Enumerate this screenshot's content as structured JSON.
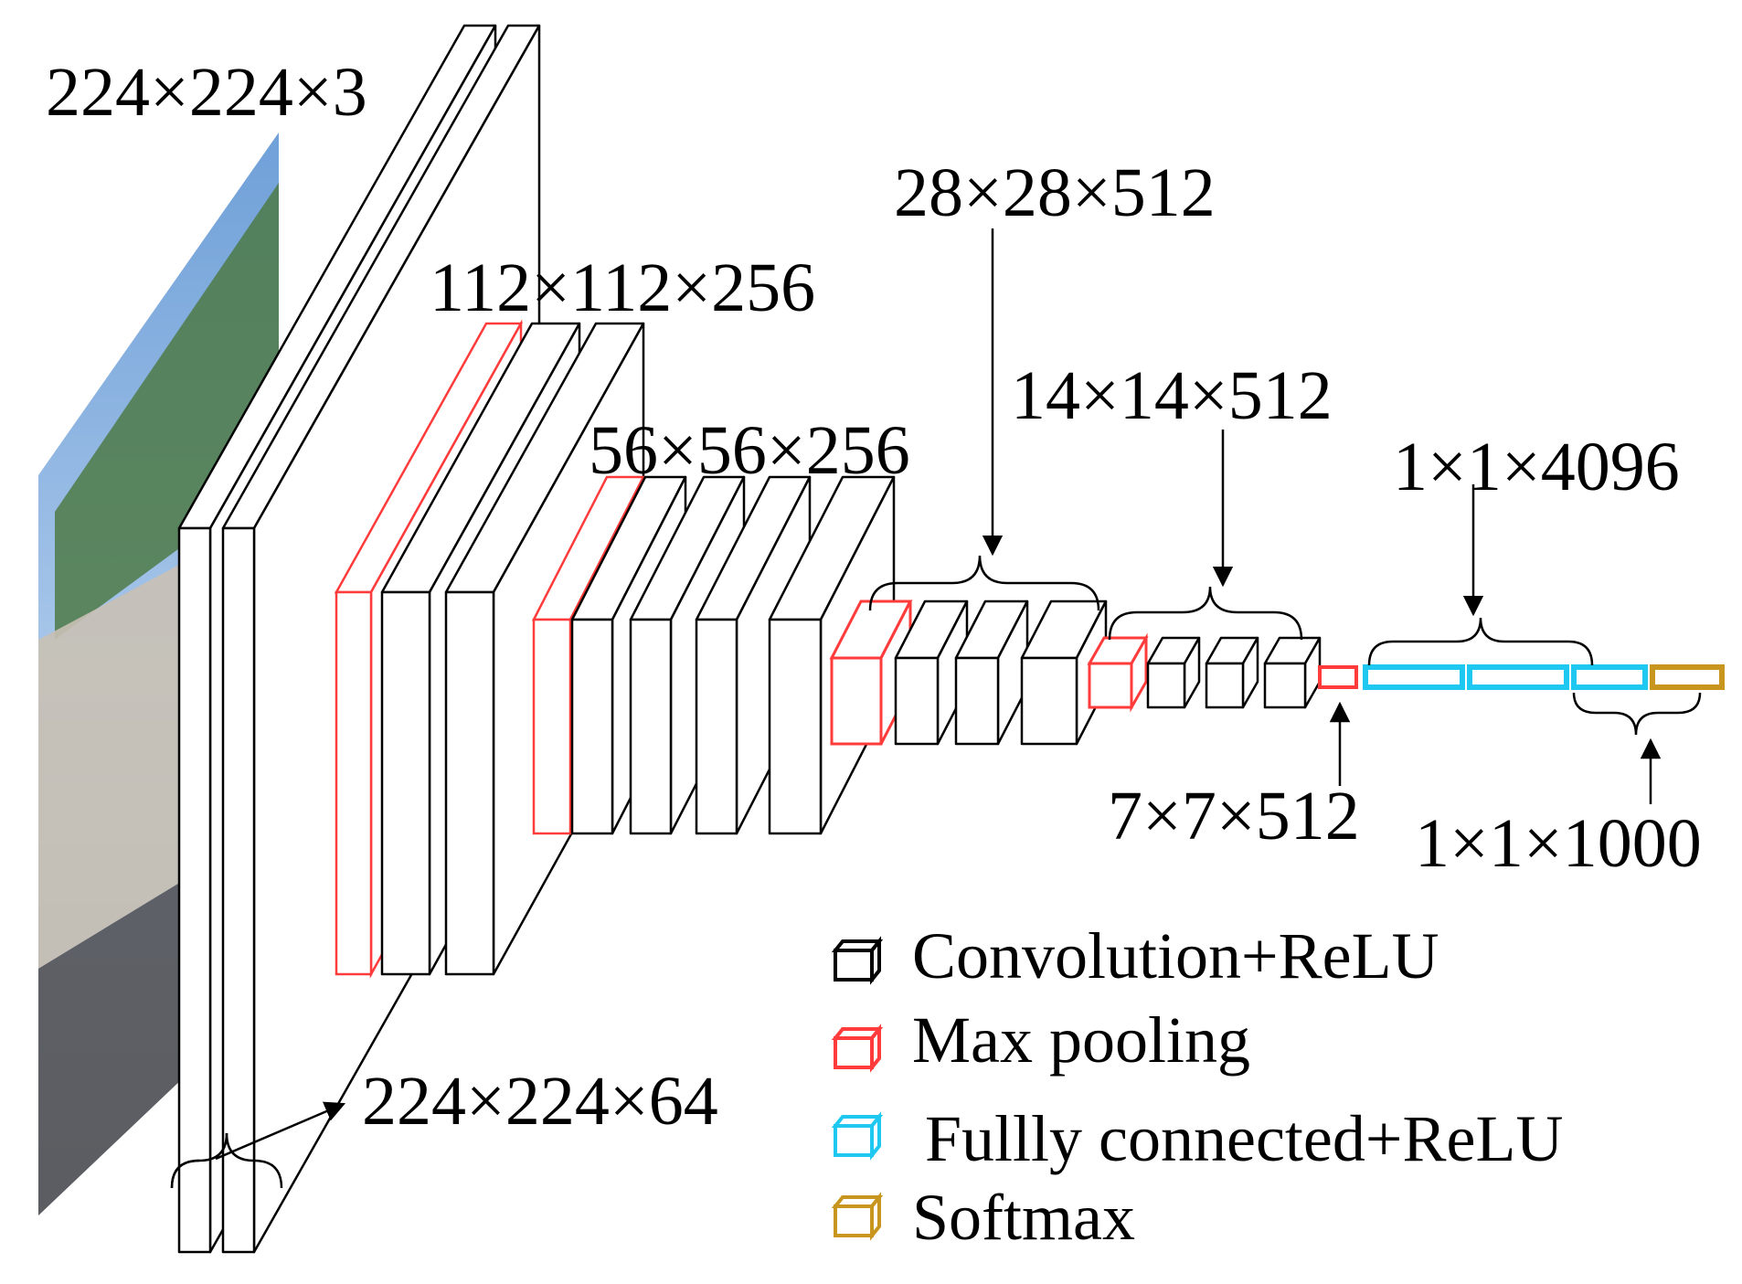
{
  "diagram": {
    "labels": {
      "input": "224×224×3",
      "conv1": "224×224×64",
      "conv2": "112×112×256",
      "conv3": "56×56×256",
      "conv4": "28×28×512",
      "conv5": "14×14×512",
      "pool5": "7×7×512",
      "fc": "1×1×4096",
      "out": "1×1×1000"
    },
    "legend": [
      {
        "label": "Convolution+ReLU",
        "color": "#000000"
      },
      {
        "label": "Max pooling",
        "color": "#ff3b3b"
      },
      {
        "label": "Fullly connected+ReLU",
        "color": "#1ec8f0"
      },
      {
        "label": "Softmax",
        "color": "#c8961e"
      }
    ],
    "colors": {
      "conv": "#000000",
      "pool": "#ff3b3b",
      "fc": "#1ec8f0",
      "softmax": "#c8961e"
    }
  }
}
